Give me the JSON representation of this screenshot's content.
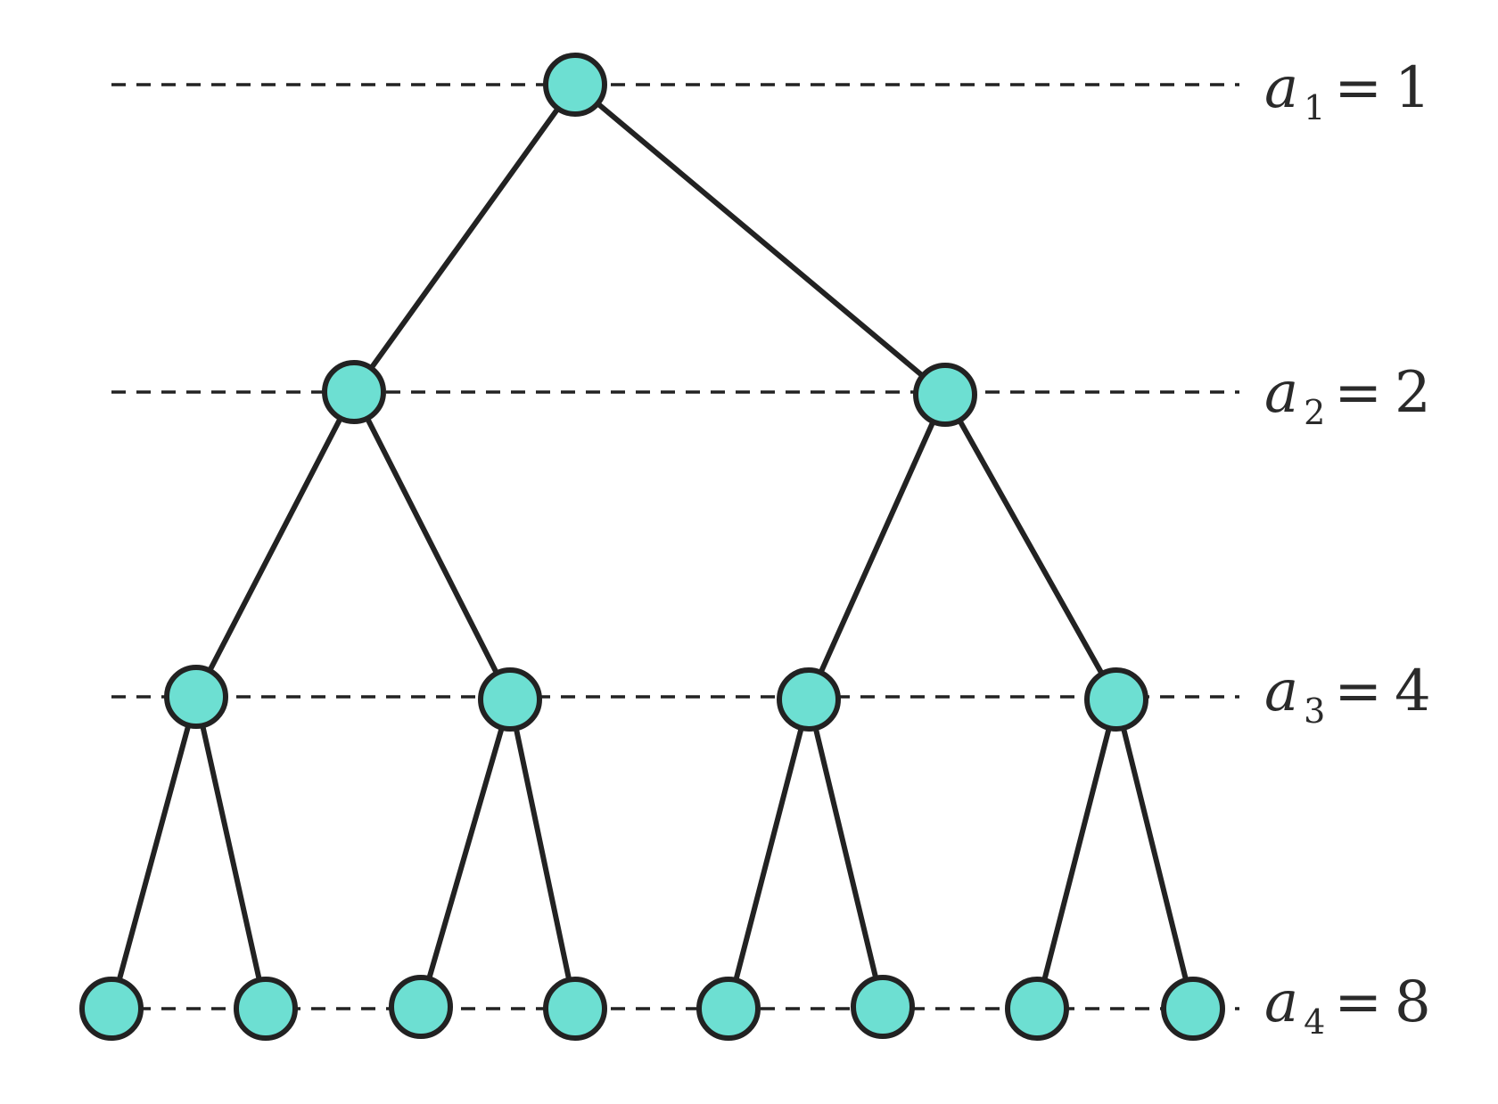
{
  "diagram": {
    "levels": [
      {
        "variable": "a",
        "subscript": "1",
        "equals": "=",
        "value": "1"
      },
      {
        "variable": "a",
        "subscript": "2",
        "equals": "=",
        "value": "2"
      },
      {
        "variable": "a",
        "subscript": "3",
        "equals": "=",
        "value": "4"
      },
      {
        "variable": "a",
        "subscript": "4",
        "equals": "=",
        "value": "8"
      }
    ],
    "colors": {
      "node_fill": "#6ddfd2",
      "node_stroke": "#222222",
      "edge": "#222222",
      "guide_line": "#222222",
      "label": "#2a2a2a"
    }
  }
}
